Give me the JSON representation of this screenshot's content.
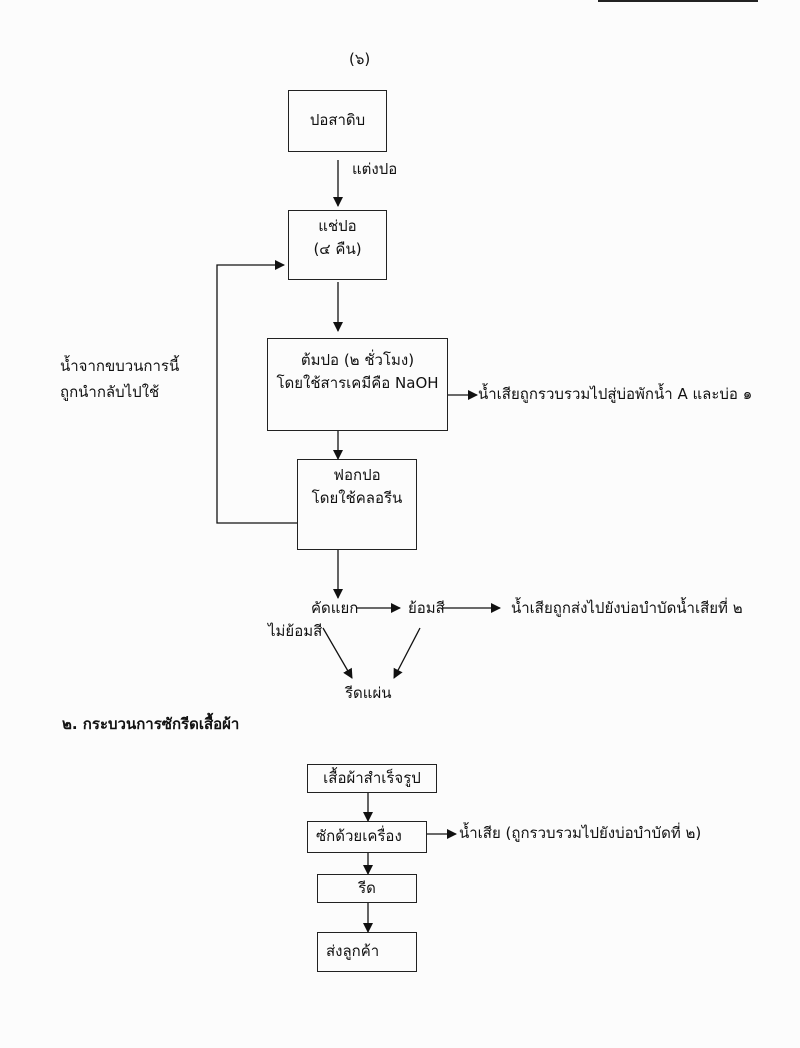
{
  "page": {
    "page_number": "(๖)"
  },
  "section1": {
    "nodes": {
      "raw_fiber": "ปอสาดิบ",
      "soak_title": "แช่ปอ",
      "soak_duration": "(๔ คืน)",
      "boil_title": "ต้มปอ (๒ ชั่วโมง)",
      "boil_detail": "โดยใช้สารเคมีคือ NaOH",
      "bleach_title": "ฟอกปอ",
      "bleach_detail": "โดยใช้คลอรีน",
      "sort": "คัดแยก",
      "dye": "ย้อมสี",
      "press": "รีดแผ่น"
    },
    "labels": {
      "prepare_fiber": "แต่งปอ",
      "recycle_line1": "น้ำจากขบวนการนี้",
      "recycle_line2": "ถูกนำกลับไปใช้",
      "boil_wastewater": "น้ำเสียถูกรวบรวมไปสู่บ่อพักน้ำ A และบ่อ ๑",
      "dye_wastewater": "น้ำเสียถูกส่งไปยังบ่อบำบัดน้ำเสียที่ ๒",
      "no_dye": "ไม่ย้อมสี"
    }
  },
  "section2": {
    "heading": "๒. กระบวนการซักรีดเสื้อผ้า",
    "nodes": {
      "garments": "เสื้อผ้าสำเร็จรูป",
      "machine_wash": "ซักด้วยเครื่อง",
      "iron": "รีด",
      "deliver": "ส่งลูกค้า"
    },
    "labels": {
      "wash_wastewater": "น้ำเสีย (ถูกรวบรวมไปยังบ่อบำบัดที่ ๒)"
    }
  }
}
